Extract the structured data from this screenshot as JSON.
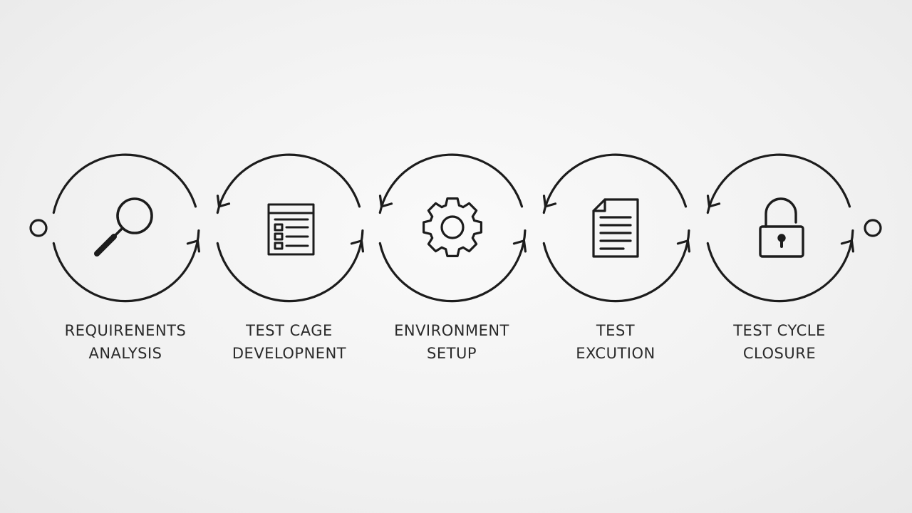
{
  "colors": {
    "stroke": "#1c1c1c",
    "text": "#2a2a2a",
    "background": "#f3f3f3"
  },
  "stages": [
    {
      "icon": "magnifier-icon",
      "line1": "REQUIRENENTS",
      "line2": "ANALYSIS"
    },
    {
      "icon": "test-case-form-icon",
      "line1": "TEST CAGE",
      "line2": "DEVELOPNENT"
    },
    {
      "icon": "gear-icon",
      "line1": "ENVIRONMENT",
      "line2": "SETUP"
    },
    {
      "icon": "document-icon",
      "line1": "TEST",
      "line2": "EXCUTION"
    },
    {
      "icon": "padlock-icon",
      "line1": "TEST CYCLE",
      "line2": "CLOSURE"
    }
  ]
}
